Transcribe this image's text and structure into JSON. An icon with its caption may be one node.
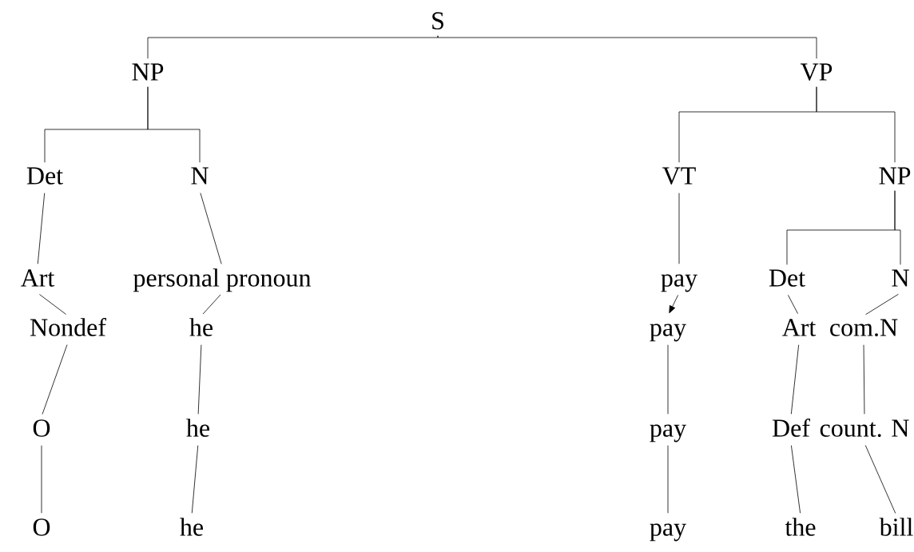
{
  "diagram": {
    "nodes": [
      {
        "text": [
          "S"
        ]
      },
      {
        "text": [
          "NP"
        ]
      },
      {
        "text": [
          "VP"
        ]
      },
      {
        "text": [
          "Det"
        ]
      },
      {
        "text": [
          "N"
        ]
      },
      {
        "text": [
          "VT"
        ]
      },
      {
        "text": [
          "NP"
        ]
      },
      {
        "text": [
          "Art"
        ]
      },
      {
        "text": [
          "personal pronoun"
        ]
      },
      {
        "text": [
          "pay"
        ]
      },
      {
        "text": [
          "Det"
        ]
      },
      {
        "text": [
          "N"
        ]
      },
      {
        "text": [
          "Nondef"
        ]
      },
      {
        "text": [
          "he"
        ]
      },
      {
        "text": [
          "pay"
        ]
      },
      {
        "text": [
          "Art"
        ]
      },
      {
        "text": [
          "com.N"
        ]
      },
      {
        "text": [
          "O"
        ]
      },
      {
        "text": [
          "he"
        ]
      },
      {
        "text": [
          "pay"
        ]
      },
      {
        "text": [
          "Def"
        ]
      },
      {
        "text": [
          "count. N"
        ]
      },
      {
        "text": [
          "O"
        ]
      },
      {
        "text": [
          "he"
        ]
      },
      {
        "text": [
          "pay"
        ]
      },
      {
        "text": [
          "the"
        ]
      },
      {
        "text": [
          "bill"
        ]
      }
    ],
    "edges": [
      {
        "from": 0,
        "to": 1,
        "arrow": "none"
      },
      {
        "from": 0,
        "to": 2,
        "arrow": "none"
      },
      {
        "from": 1,
        "to": 3,
        "arrow": "none"
      },
      {
        "from": 1,
        "to": 4,
        "arrow": "none"
      },
      {
        "from": 2,
        "to": 5,
        "arrow": "none"
      },
      {
        "from": 2,
        "to": 6,
        "arrow": "none"
      },
      {
        "from": 3,
        "to": 7,
        "arrow": "none"
      },
      {
        "from": 4,
        "to": 8,
        "arrow": "none"
      },
      {
        "from": 5,
        "to": 9,
        "arrow": "none"
      },
      {
        "from": 6,
        "to": 10,
        "arrow": "none"
      },
      {
        "from": 6,
        "to": 11,
        "arrow": "none"
      },
      {
        "from": 7,
        "to": 12,
        "arrow": "none"
      },
      {
        "from": 8,
        "to": 13,
        "arrow": "none"
      },
      {
        "from": 9,
        "to": 14,
        "arrow": "to"
      },
      {
        "from": 10,
        "to": 15,
        "arrow": "none"
      },
      {
        "from": 11,
        "to": 16,
        "arrow": "none"
      },
      {
        "from": 12,
        "to": 17,
        "arrow": "none"
      },
      {
        "from": 13,
        "to": 18,
        "arrow": "none"
      },
      {
        "from": 14,
        "to": 19,
        "arrow": "none"
      },
      {
        "from": 15,
        "to": 20,
        "arrow": "none"
      },
      {
        "from": 16,
        "to": 21,
        "arrow": "none"
      },
      {
        "from": 17,
        "to": 22,
        "arrow": "none"
      },
      {
        "from": 18,
        "to": 23,
        "arrow": "none"
      },
      {
        "from": 19,
        "to": 24,
        "arrow": "none"
      },
      {
        "from": 20,
        "to": 25,
        "arrow": "none"
      },
      {
        "from": 21,
        "to": 26,
        "arrow": "none"
      }
    ]
  }
}
